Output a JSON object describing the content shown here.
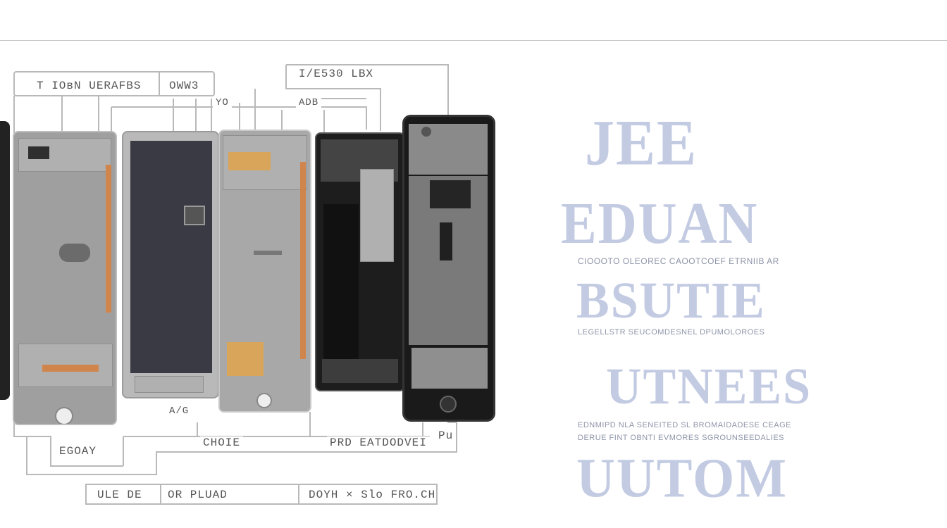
{
  "diagram": {
    "labels": {
      "top_left": "T IOʙN UERAFBS",
      "top_left_right": "OWW3",
      "top_center": "I/E530 LBX",
      "top_small": "YO",
      "top_small2": "ADB",
      "bottom_under_phone2": "A/G",
      "bottom_left": "EGOAY",
      "bottom_center": "CHOIE",
      "bottom_right": "PRD EATDODVEI",
      "bottom_right_tail": "Pu",
      "bottom_box_1": "ULE DE",
      "bottom_box_2": "OR PLUAD",
      "bottom_box_3": "DOYH × Slo FRO.CH"
    }
  },
  "right_panel": {
    "heading_1": "JEE",
    "heading_2": "EDUAN",
    "caption_1": "CIOOOTO OLEOREC CAOOTCOEF ETRNIIB AR",
    "heading_3": "BSUTIE",
    "caption_2": "LEGELLSTR SEUCOMDESNEL DPUMOLOROES",
    "heading_4": "UTNEES",
    "caption_3": "EDNMIPD NLA SENEITED SL BROMAIDADESE CEAGE",
    "caption_4": "DERUE FINT OBNTI EVMORES SGROUNSEEDALIES",
    "heading_5": "UUTOM"
  }
}
